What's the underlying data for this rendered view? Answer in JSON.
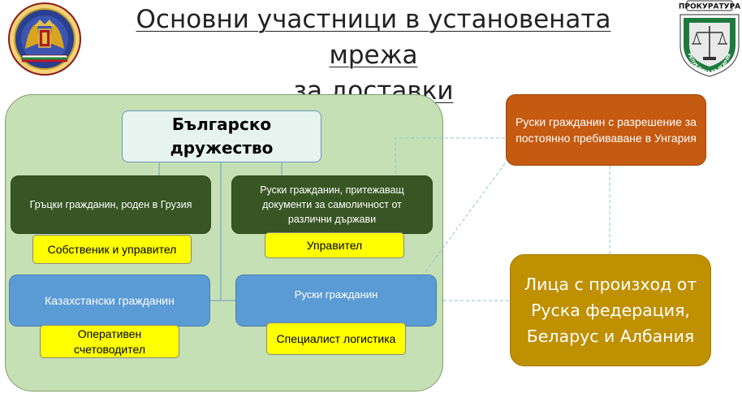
{
  "title": {
    "line1": "Основни участници в установената мрежа",
    "line2": "за доставки"
  },
  "logos": {
    "left": {
      "icon": "bulgarian-national-assembly-emblem"
    },
    "right": {
      "icon": "prosecution-office-emblem",
      "banner_text": "ПРОКУРАТУРА",
      "ring_text": "РЕПУБЛИКА БЪЛГАРИЯ"
    }
  },
  "company": {
    "label": "Българско дружество"
  },
  "participants": [
    {
      "label": "Гръцки гражданин, роден в Грузия",
      "role": "Собственик и управител"
    },
    {
      "label": "Руски гражданин, притежаващ документи за самоличност от различни държави",
      "role": "Управител"
    },
    {
      "label": "Казахстански гражданин",
      "role": "Оперативен счетоводител"
    },
    {
      "label": "Руски гражданин",
      "role": "Специалист логистика"
    }
  ],
  "external": {
    "resident": "Руски гражданин с разрешение за постоянно пребиваване в Унгария",
    "origin": "Лица с произход от Руска федерация, Беларус и Албания"
  },
  "colors": {
    "group_bg": "#c5e0b4",
    "dark_green": "#375623",
    "blue": "#5b9bd5",
    "yellow": "#ffff00",
    "orange": "#c55a11",
    "gold": "#bf9000"
  }
}
